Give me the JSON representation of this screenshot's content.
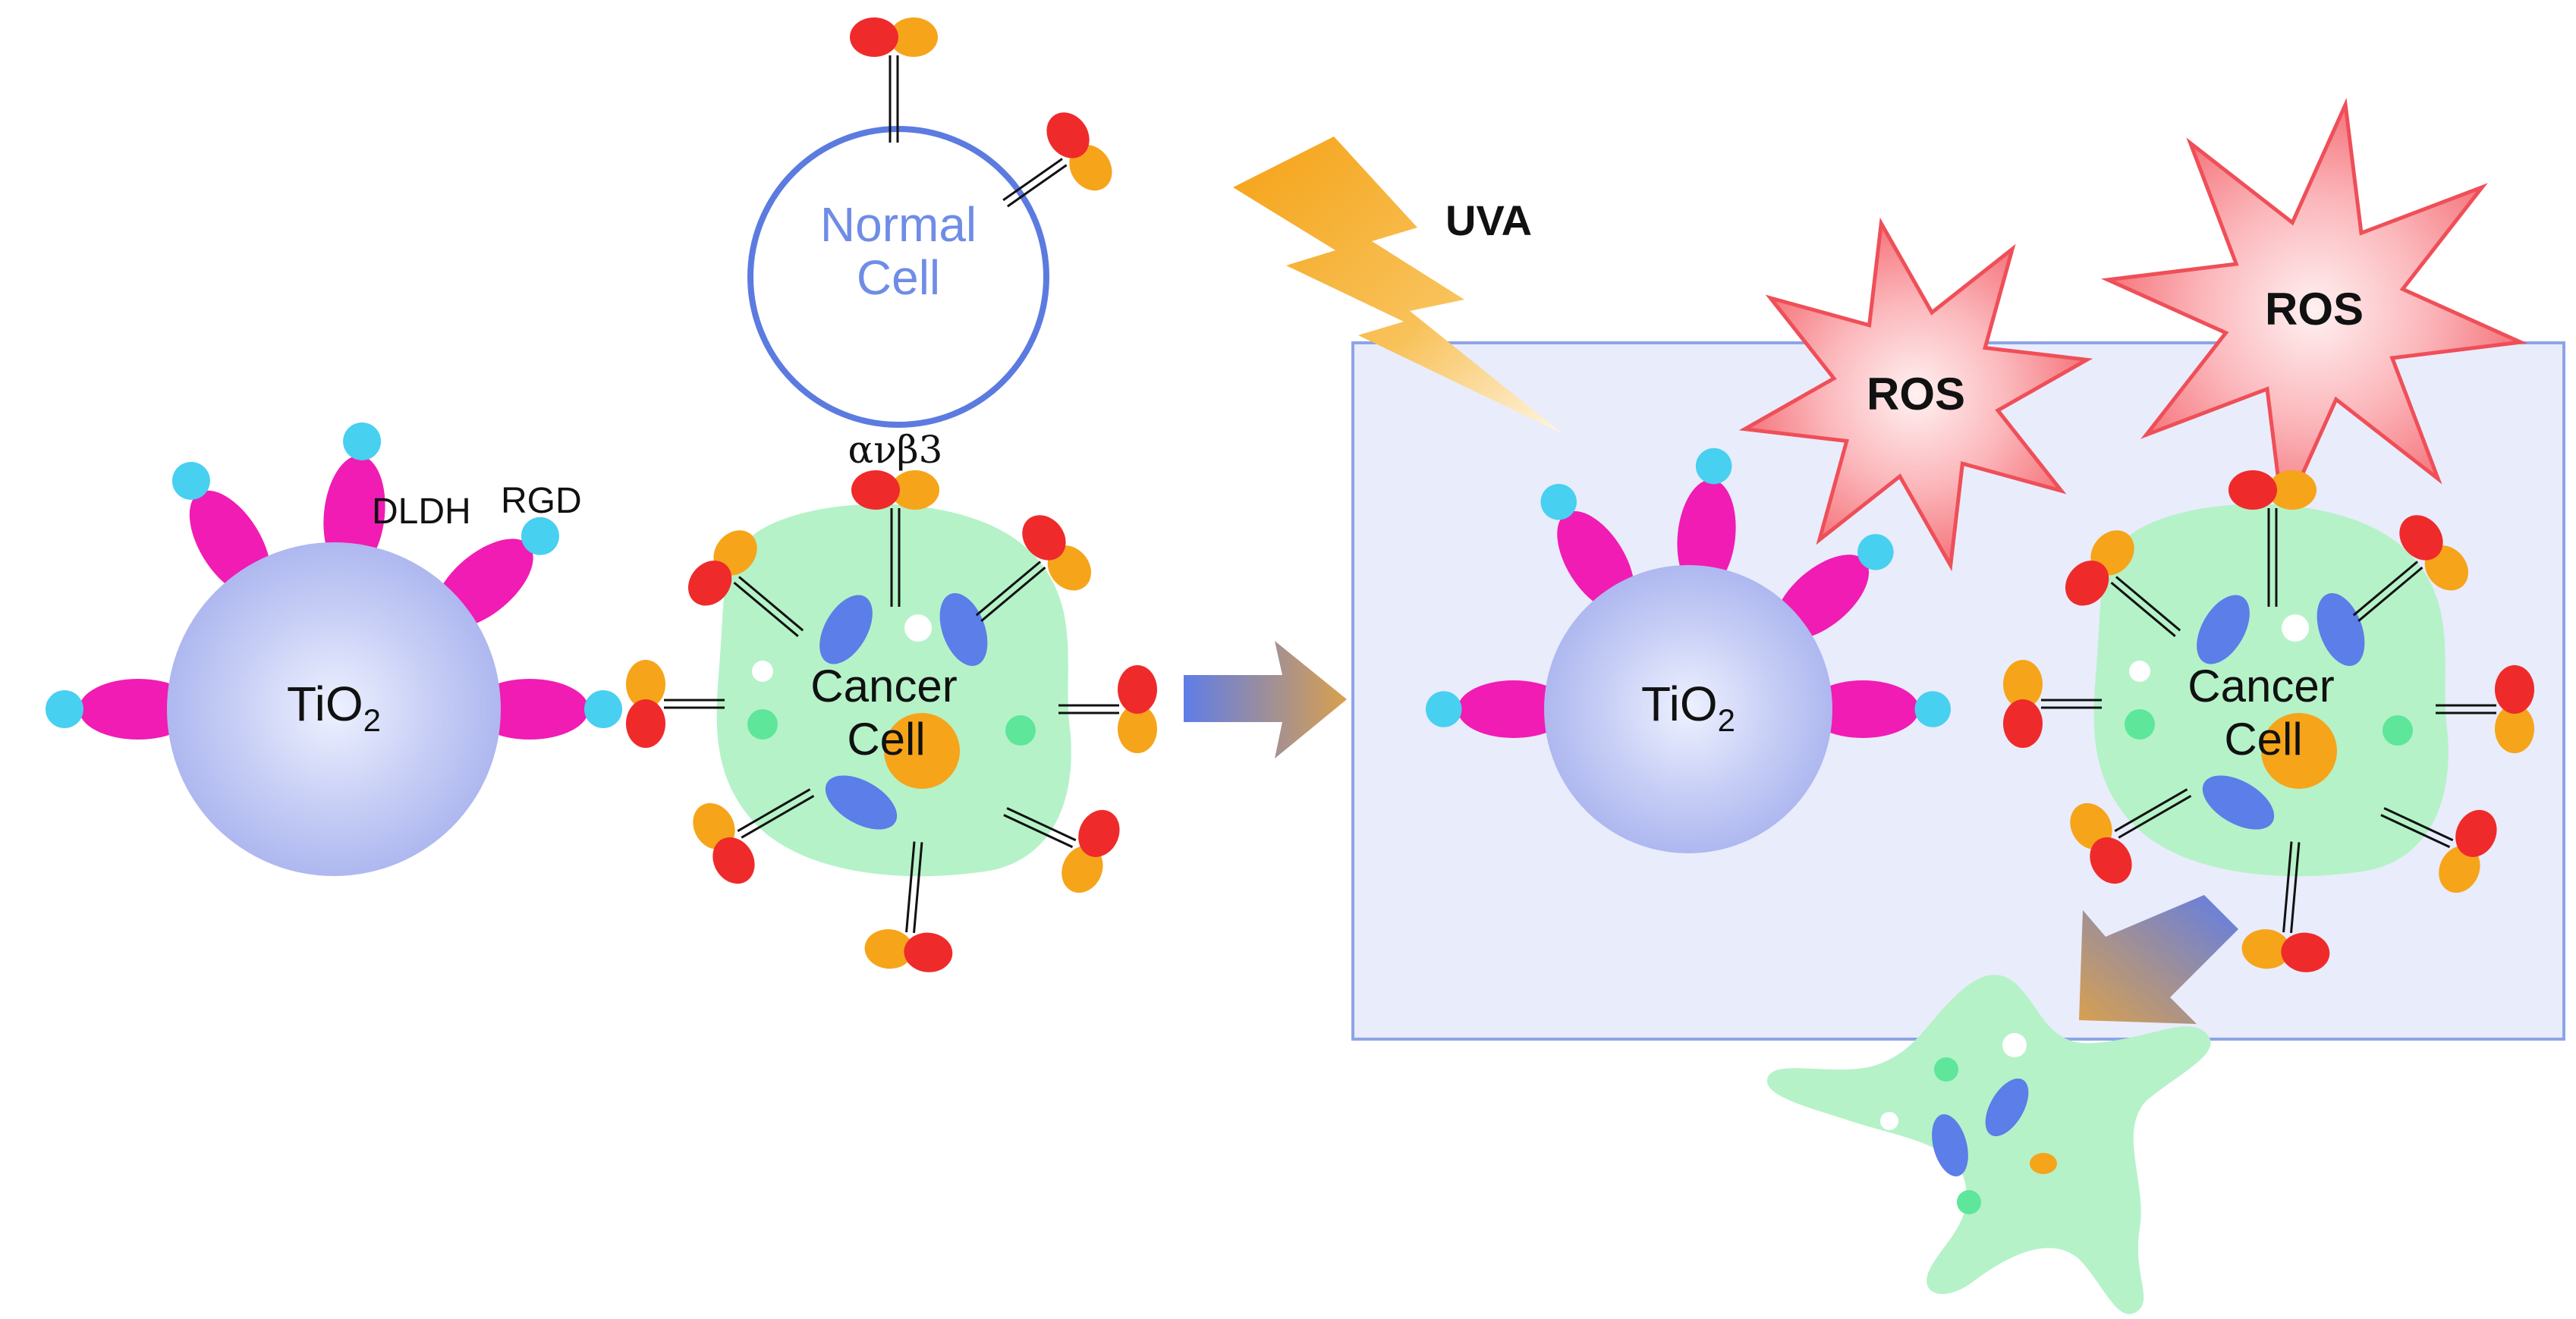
{
  "labels": {
    "normal_cell": [
      "Normal",
      "Cell"
    ],
    "cancer_cell": [
      "Cancer",
      "Cell"
    ],
    "tio2_main": "TiO",
    "tio2_sub": "2",
    "dldh": "DLDH",
    "rgd": "RGD",
    "integrin": "ανβ3",
    "uva": "UVA",
    "ros": "ROS"
  },
  "colors": {
    "panel_fill": "#e9ecfb",
    "panel_stroke": "#8fa4e6",
    "normal_cell_stroke": "#5b7be0",
    "normal_cell_text": "#6f8ce6",
    "tio2_fill": "#b7c1f1",
    "cancer_cell_fill": "#b5f2c8",
    "peptide_magenta": "#f01cb4",
    "rgd_cyan": "#47d0f0",
    "integrin_orange": "#f6a41a",
    "integrin_red": "#ef2a2a",
    "organelle_blue": "#5b7ee8",
    "organelle_green": "#5ee69b",
    "nucleus_orange": "#f6a41a",
    "ros_fill": "#f47a80",
    "uva_bolt": "#f6b533",
    "arrow_blue": "#6b82e4",
    "arrow_orange": "#d9a04e"
  }
}
